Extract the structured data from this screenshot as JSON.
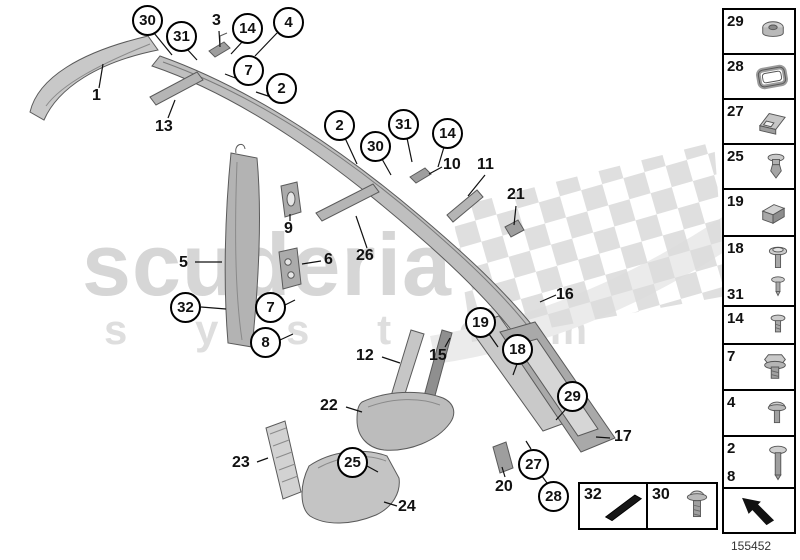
{
  "watermark": {
    "line1": "scuderia",
    "line2": "s y s t e m"
  },
  "drawing_number": "155452",
  "callouts": {
    "circled": [
      {
        "label": "30"
      },
      {
        "label": "31"
      },
      {
        "label": "14"
      },
      {
        "label": "4"
      },
      {
        "label": "7"
      },
      {
        "label": "2"
      },
      {
        "label": "2"
      },
      {
        "label": "30"
      },
      {
        "label": "31"
      },
      {
        "label": "14"
      },
      {
        "label": "32"
      },
      {
        "label": "7"
      },
      {
        "label": "8"
      },
      {
        "label": "19"
      },
      {
        "label": "18"
      },
      {
        "label": "29"
      },
      {
        "label": "25"
      },
      {
        "label": "27"
      },
      {
        "label": "28"
      }
    ],
    "plain": [
      {
        "label": "3"
      },
      {
        "label": "1"
      },
      {
        "label": "13"
      },
      {
        "label": "10"
      },
      {
        "label": "11"
      },
      {
        "label": "21"
      },
      {
        "label": "9"
      },
      {
        "label": "5"
      },
      {
        "label": "6"
      },
      {
        "label": "26"
      },
      {
        "label": "16"
      },
      {
        "label": "12"
      },
      {
        "label": "15"
      },
      {
        "label": "22"
      },
      {
        "label": "23"
      },
      {
        "label": "17"
      },
      {
        "label": "20"
      },
      {
        "label": "24"
      }
    ]
  },
  "sidebar": {
    "boxes": [
      {
        "labels": [
          "29"
        ],
        "icon": "grommet-icon"
      },
      {
        "labels": [
          "28"
        ],
        "icon": "gasket-frame-icon"
      },
      {
        "labels": [
          "27"
        ],
        "icon": "clip-bracket-icon"
      },
      {
        "labels": [
          "25"
        ],
        "icon": "expanding-rivet-icon"
      },
      {
        "labels": [
          "19"
        ],
        "icon": "trim-clip-icon"
      },
      {
        "labels": [
          "18",
          "31"
        ],
        "icon": "flat-head-screw-icon"
      },
      {
        "labels": [
          "14"
        ],
        "icon": "small-screw-icon"
      },
      {
        "labels": [
          "7"
        ],
        "icon": "hex-bolt-icon"
      },
      {
        "labels": [
          "4"
        ],
        "icon": "pan-head-screw-icon"
      },
      {
        "labels": [
          "2",
          "8"
        ],
        "icon": "rivet-icon"
      },
      {
        "labels": [],
        "icon": "direction-arrow-icon"
      }
    ]
  },
  "legend_boxes": [
    {
      "label": "32",
      "icon": "trim-strip-icon"
    },
    {
      "label": "30",
      "icon": "screw-icon"
    }
  ]
}
